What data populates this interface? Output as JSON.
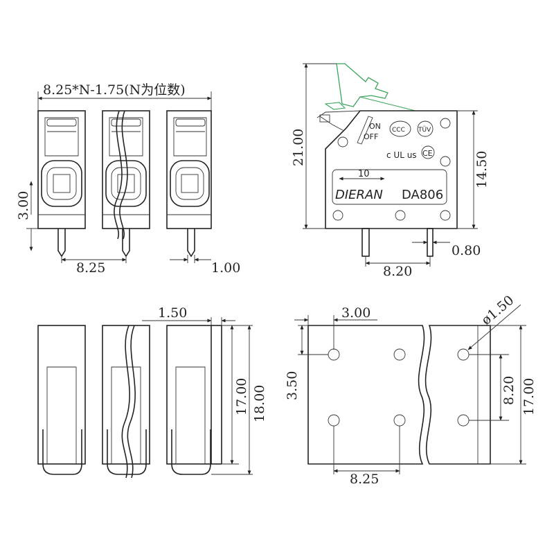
{
  "front_view": {
    "pitch_formula": "8.25*N-1.75(N为位数)",
    "height_label": "3.00",
    "pitch_label": "8.25",
    "pin_width_label": "1.00"
  },
  "side_view": {
    "height_total": "21.00",
    "height_body": "14.50",
    "pin_thickness": "0.80",
    "pin_spacing": "8.20",
    "switch_on": "ON",
    "switch_off": "OFF",
    "wire_strip_length": "10",
    "brand": "DIERAN",
    "model": "DA806",
    "cert_ccc": "CCC",
    "cert_tuv": "TÜV",
    "cert_ul": "c UL us",
    "cert_ce": "CE"
  },
  "bottom_view": {
    "wall_label": "1.50",
    "depth_inner": "17.00",
    "depth_total": "18.00"
  },
  "pcb_layout": {
    "offset_x": "3.00",
    "offset_y": "3.50",
    "hole_diameter": "ø1.50",
    "row_spacing": "8.20",
    "col_spacing": "8.25",
    "board_depth": "17.00"
  },
  "colors": {
    "ink": "#222222",
    "lever": "#3aa55a"
  }
}
